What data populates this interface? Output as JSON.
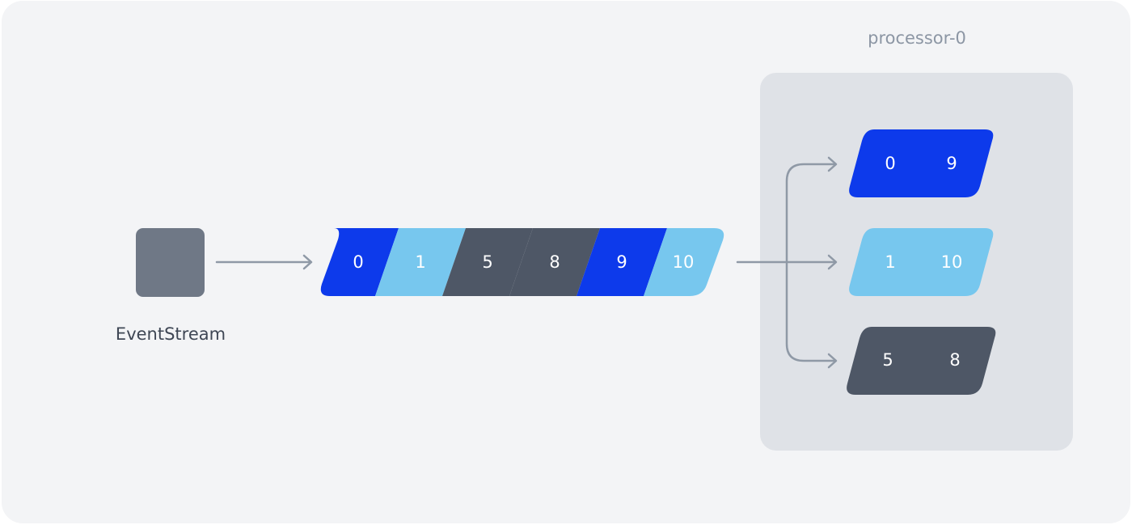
{
  "colors": {
    "blue": "#0d3aeb",
    "light_blue": "#77c7ee",
    "dark_gray": "#4e5766",
    "source_gray": "#6f7886"
  },
  "source": {
    "label": "EventStream",
    "color": "source_gray"
  },
  "stream": {
    "events": [
      {
        "label": "0",
        "color": "blue"
      },
      {
        "label": "1",
        "color": "light_blue"
      },
      {
        "label": "5",
        "color": "dark_gray"
      },
      {
        "label": "8",
        "color": "dark_gray"
      },
      {
        "label": "9",
        "color": "blue"
      },
      {
        "label": "10",
        "color": "light_blue"
      }
    ]
  },
  "processor": {
    "title": "processor-0",
    "queues": [
      {
        "color": "blue",
        "events": [
          "0",
          "9"
        ]
      },
      {
        "color": "light_blue",
        "events": [
          "1",
          "10"
        ]
      },
      {
        "color": "dark_gray",
        "events": [
          "5",
          "8"
        ]
      }
    ]
  }
}
